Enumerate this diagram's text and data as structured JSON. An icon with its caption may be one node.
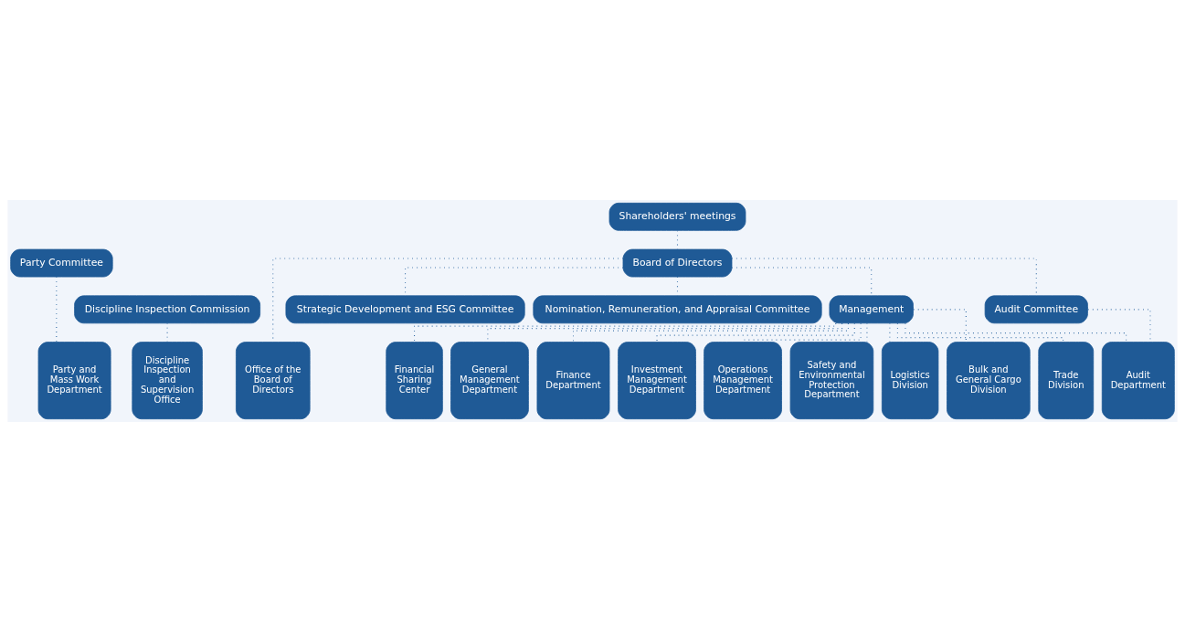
{
  "diagram": {
    "nodes": [
      {
        "text": [
          "Shareholders' meetings"
        ]
      },
      {
        "text": [
          "Party Committee"
        ]
      },
      {
        "text": [
          "Board of Directors"
        ]
      },
      {
        "text": [
          "Strategic Development and ESG Committee"
        ]
      },
      {
        "text": [
          "Discipline Inspection Commission"
        ]
      },
      {
        "text": [
          "Nomination, Remuneration, and Appraisal Committee"
        ]
      },
      {
        "text": [
          "Management"
        ]
      },
      {
        "text": [
          "Audit Committee"
        ]
      },
      {
        "text": [
          "Party and Mass Work Department"
        ]
      },
      {
        "text": [
          "Discipline Inspection and Supervision Office"
        ]
      },
      {
        "text": [
          "Office of the Board of Directors"
        ]
      },
      {
        "text": [
          "Financial Sharing Center"
        ]
      },
      {
        "text": [
          "General Management Department"
        ]
      },
      {
        "text": [
          "Finance Department"
        ]
      },
      {
        "text": [
          "Investment Management Department"
        ]
      },
      {
        "text": [
          "Operations Management Department"
        ]
      },
      {
        "text": [
          "Safety and Environmental Protection Department"
        ]
      },
      {
        "text": [
          "Logistics Division"
        ]
      },
      {
        "text": [
          "Bulk and General Cargo Division"
        ]
      },
      {
        "text": [
          "Trade Division"
        ]
      },
      {
        "text": [
          "Audit Department"
        ]
      }
    ],
    "edges": [
      {
        "from": 0,
        "to": 2,
        "arrow": "none"
      },
      {
        "from": 2,
        "to": 3,
        "arrow": "none"
      },
      {
        "from": 2,
        "to": 5,
        "arrow": "none"
      },
      {
        "from": 2,
        "to": 7,
        "arrow": "none"
      },
      {
        "from": 2,
        "to": 6,
        "arrow": "none"
      },
      {
        "from": 2,
        "to": 10,
        "arrow": "none"
      },
      {
        "from": 1,
        "to": 8,
        "arrow": "none"
      },
      {
        "from": 4,
        "to": 9,
        "arrow": "none"
      },
      {
        "from": 6,
        "to": 11,
        "arrow": "none"
      },
      {
        "from": 6,
        "to": 12,
        "arrow": "none"
      },
      {
        "from": 6,
        "to": 13,
        "arrow": "none"
      },
      {
        "from": 6,
        "to": 14,
        "arrow": "none"
      },
      {
        "from": 6,
        "to": 15,
        "arrow": "none"
      },
      {
        "from": 6,
        "to": 16,
        "arrow": "none"
      },
      {
        "from": 6,
        "to": 17,
        "arrow": "none"
      },
      {
        "from": 6,
        "to": 18,
        "arrow": "none"
      },
      {
        "from": 6,
        "to": 19,
        "arrow": "none"
      },
      {
        "from": 6,
        "to": 20,
        "arrow": "none"
      },
      {
        "from": 7,
        "to": 20,
        "arrow": "none"
      }
    ]
  }
}
